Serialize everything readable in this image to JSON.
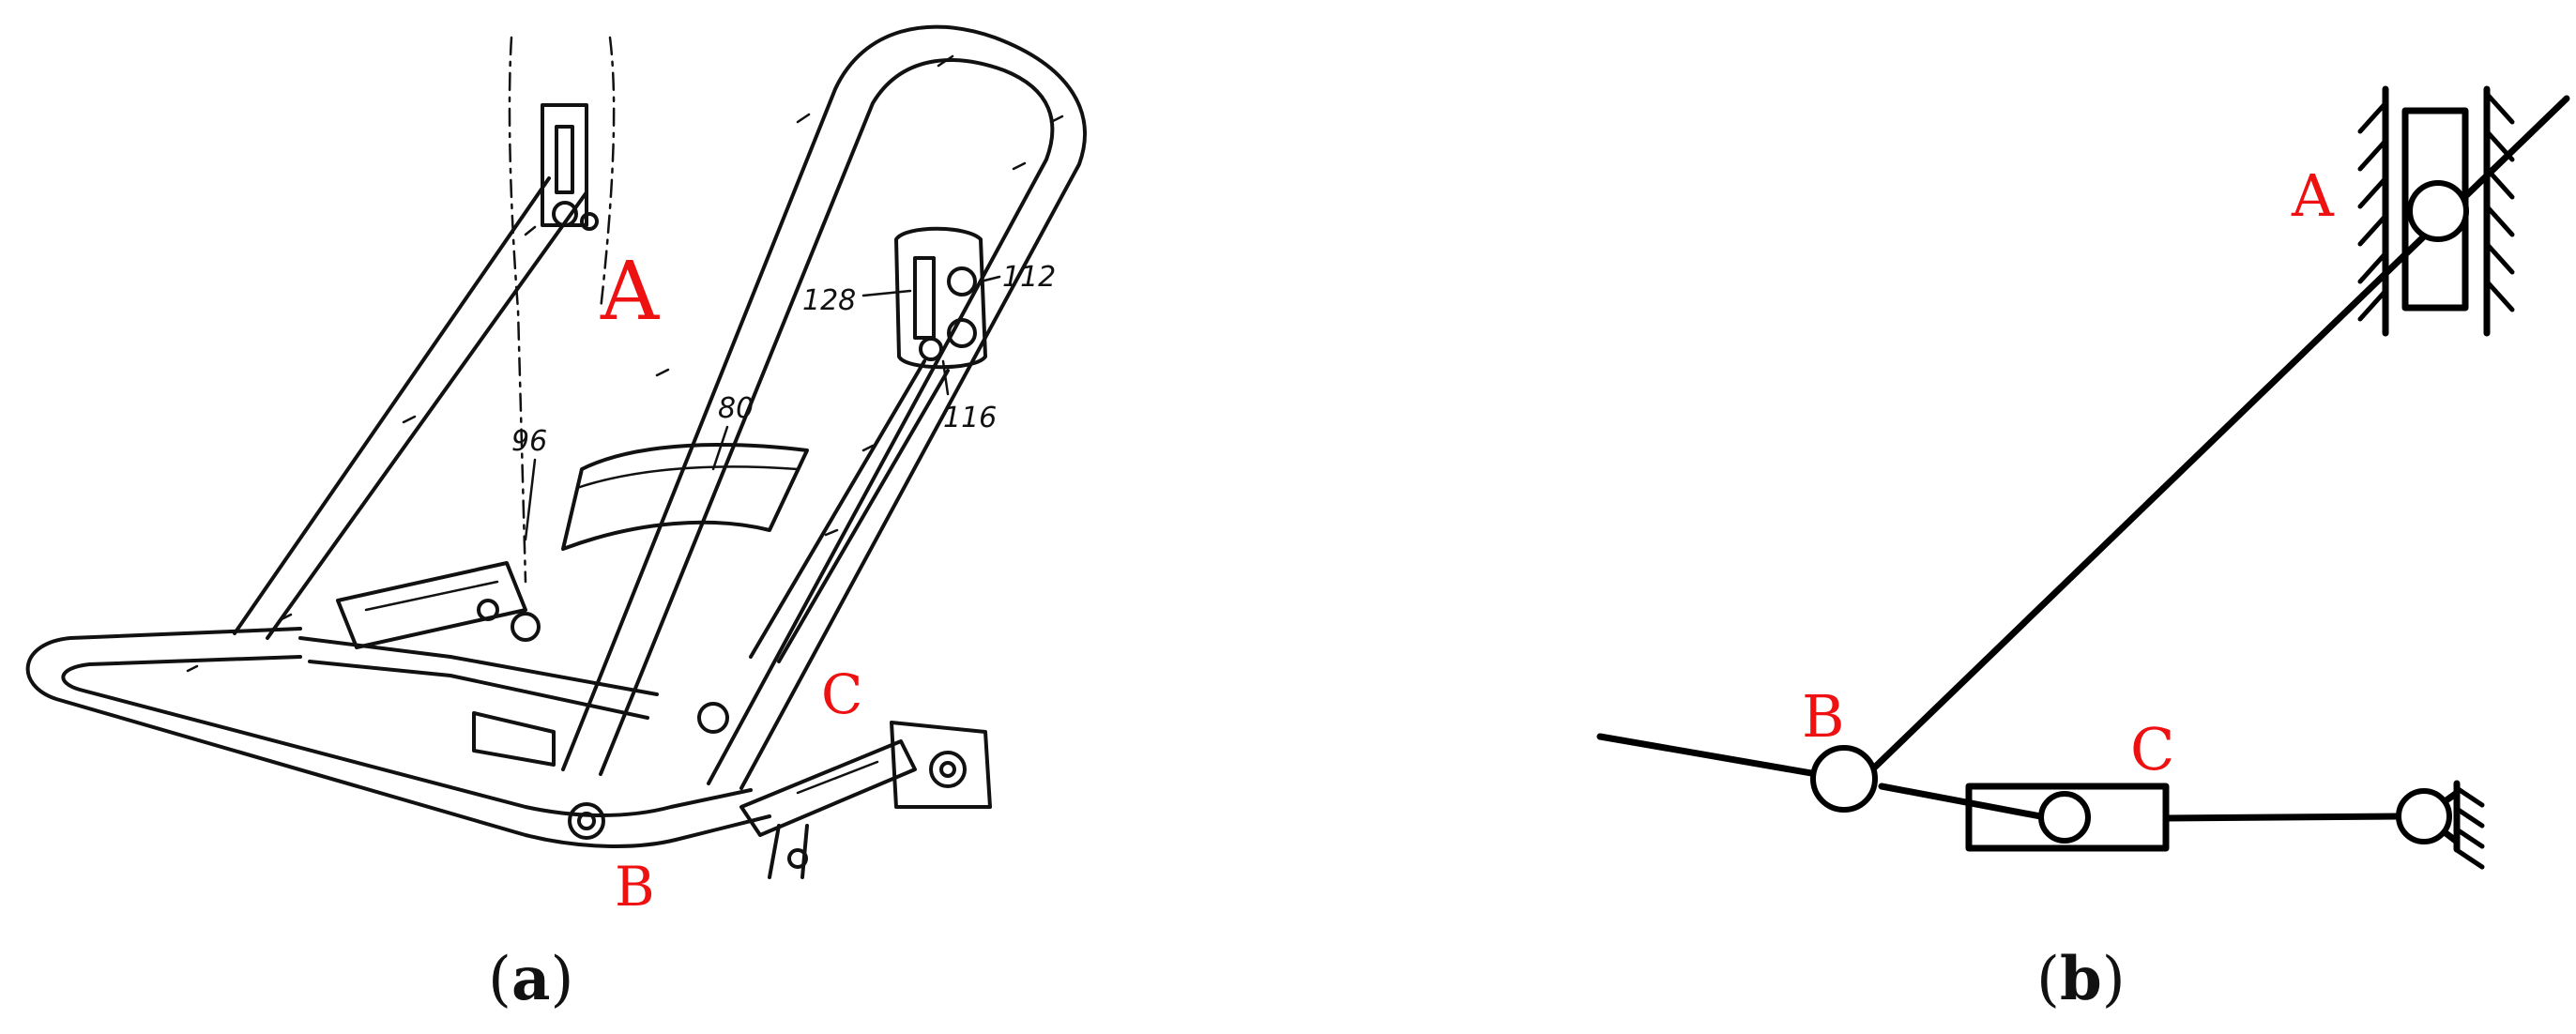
{
  "panel_a": {
    "point_labels": {
      "A": "A",
      "B": "B",
      "C": "C"
    },
    "reference_numbers": {
      "n128": "128",
      "n112": "112",
      "n116": "116",
      "n96": "96",
      "n80": "80"
    },
    "caption": {
      "open": "(",
      "letter": "a",
      "close": ")"
    }
  },
  "panel_b": {
    "point_labels": {
      "A": "A",
      "B": "B",
      "C": "C"
    },
    "caption": {
      "open": "(",
      "letter": "b",
      "close": ")"
    }
  },
  "colors": {
    "label_red": "#ee1111",
    "line_black": "#000000",
    "background": "#ffffff"
  }
}
